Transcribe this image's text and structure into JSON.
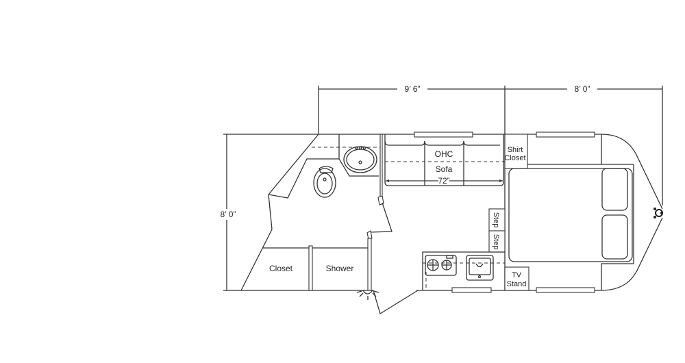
{
  "dimensions": {
    "front_length": "9’ 6”",
    "rear_length": "8’ 0”",
    "width": "8’ 0”",
    "sofa_length": "72”"
  },
  "rooms": {
    "closet": "Closet",
    "shower": "Shower",
    "ohc": "OHC",
    "sofa": "Sofa",
    "shirt_closet_line1": "Shirt",
    "shirt_closet_line2": "Closet",
    "step1": "Step",
    "step2": "Step",
    "tv_stand_line1": "TV",
    "tv_stand_line2": "Stand"
  }
}
